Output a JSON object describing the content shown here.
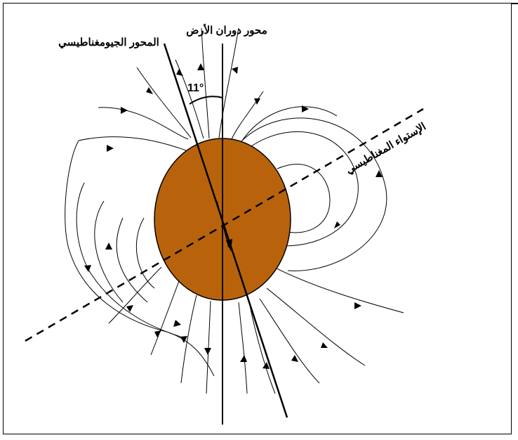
{
  "labels": {
    "rotation_axis": "محور دوران الأرض",
    "geomagnetic_axis": "المحور الجيومغناطيسي",
    "magnetic_equator": "الإستواء المغناطيسي",
    "angle": "11°"
  },
  "colors": {
    "earth_fill": "#b8630b",
    "lines": "#000000",
    "background": "#ffffff"
  }
}
